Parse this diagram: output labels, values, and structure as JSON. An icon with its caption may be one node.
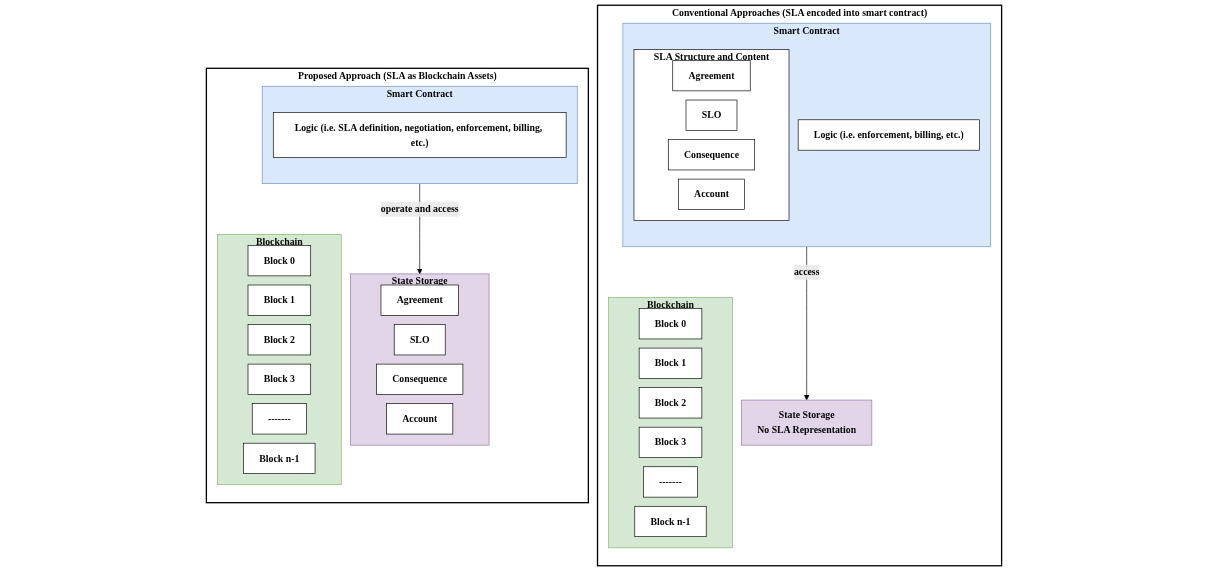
{
  "diagram": {
    "nodes": [
      {
        "text": [
          "Conventional Approaches (SLA encoded into smart contract)"
        ]
      },
      {
        "text": [
          "Smart Contract"
        ],
        "in": 0
      },
      {
        "text": [
          "SLA Structure and Content"
        ],
        "in": 1
      },
      {
        "text": [
          "Agreement"
        ],
        "in": 2
      },
      {
        "text": [
          "SLO"
        ],
        "in": 2
      },
      {
        "text": [
          "Consequence"
        ],
        "in": 2
      },
      {
        "text": [
          "Account"
        ],
        "in": 2
      },
      {
        "text": [
          "Logic (i.e. enforcement, billing, etc.)"
        ],
        "in": 1
      },
      {
        "text": [
          "State Storage",
          "No SLA Representation"
        ],
        "in": 0
      },
      {
        "text": [
          "Blockchain"
        ],
        "in": 0
      },
      {
        "text": [
          "Block 0"
        ],
        "in": 9
      },
      {
        "text": [
          "Block 1"
        ],
        "in": 9
      },
      {
        "text": [
          "Block 2"
        ],
        "in": 9
      },
      {
        "text": [
          "Block 3"
        ],
        "in": 9
      },
      {
        "text": [
          "-------"
        ],
        "in": 9
      },
      {
        "text": [
          "Block n-1"
        ],
        "in": 9
      },
      {
        "text": [
          "Proposed Approach (SLA as Blockchain Assets)"
        ]
      },
      {
        "text": [
          "Smart Contract"
        ],
        "in": 16
      },
      {
        "text": [
          "Logic (i.e. SLA definition, negotiation, enforcement, billing, etc.)"
        ],
        "in": 17
      },
      {
        "text": [
          "State Storage"
        ],
        "in": 16
      },
      {
        "text": [
          "Agreement"
        ],
        "in": 19
      },
      {
        "text": [
          "SLO"
        ],
        "in": 19
      },
      {
        "text": [
          "Consequence"
        ],
        "in": 19
      },
      {
        "text": [
          "Account"
        ],
        "in": 19
      },
      {
        "text": [
          "Blockchain"
        ],
        "in": 16
      },
      {
        "text": [
          "Block 0"
        ],
        "in": 24
      },
      {
        "text": [
          "Block 1"
        ],
        "in": 24
      },
      {
        "text": [
          "Block 2"
        ],
        "in": 24
      },
      {
        "text": [
          "Block 3"
        ],
        "in": 24
      },
      {
        "text": [
          "-------"
        ],
        "in": 24
      },
      {
        "text": [
          "Block n-1"
        ],
        "in": 24
      }
    ],
    "edges": [
      {
        "from": 1,
        "to": 8,
        "label": "access",
        "arrow": "to"
      },
      {
        "from": 17,
        "to": 19,
        "label": "operate and access",
        "arrow": "to"
      }
    ]
  }
}
